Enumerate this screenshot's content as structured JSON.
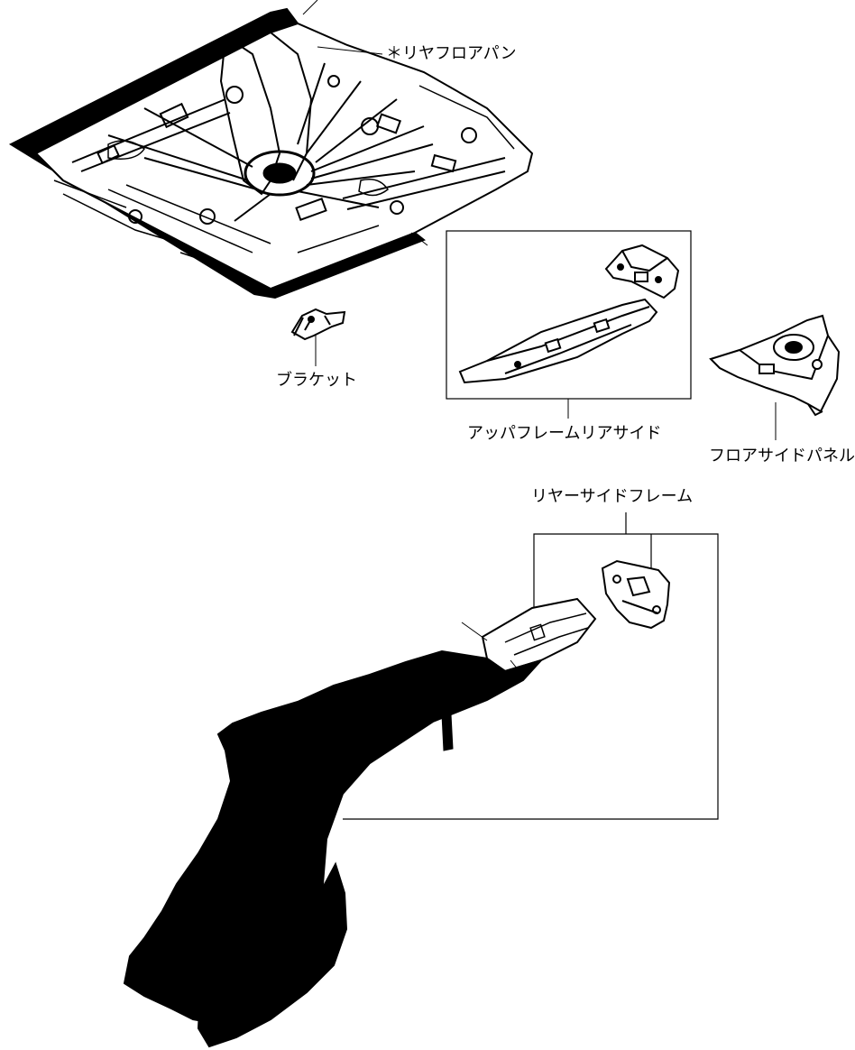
{
  "colors": {
    "ink": "#000000",
    "background": "#ffffff"
  },
  "labels": {
    "rear_floor_pan": "＊リヤフロアパン",
    "bracket": "ブラケット",
    "upper_frame_rear_side": "アッパフレームリアサイド",
    "floor_side_panel": "フロアサイドパネル",
    "rear_side_frame": "リヤーサイドフレーム"
  }
}
